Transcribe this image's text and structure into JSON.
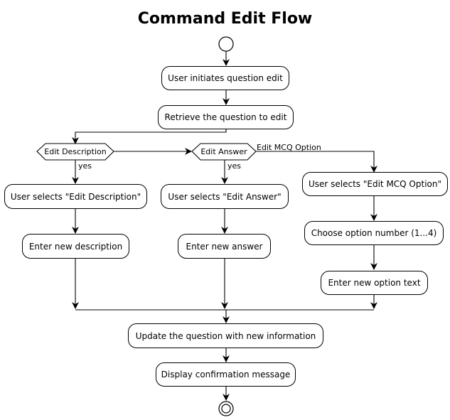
{
  "diagram": {
    "title": "Command Edit Flow",
    "nodes": {
      "initiate": "User initiates question edit",
      "retrieve": "Retrieve the question to edit",
      "sel_desc": "User selects \"Edit Description\"",
      "new_desc": "Enter new description",
      "sel_answer": "User selects \"Edit Answer\"",
      "new_answer": "Enter new answer",
      "sel_mcq": "User selects \"Edit MCQ Option\"",
      "choose_option": "Choose option number (1...4)",
      "new_option": "Enter new option text",
      "update": "Update the question with new information",
      "confirm": "Display confirmation message"
    },
    "decisions": {
      "desc": "Edit Description",
      "answer": "Edit Answer"
    },
    "edge_labels": {
      "yes_desc": "yes",
      "yes_answer": "yes",
      "mcq_branch": "Edit MCQ Option"
    }
  }
}
